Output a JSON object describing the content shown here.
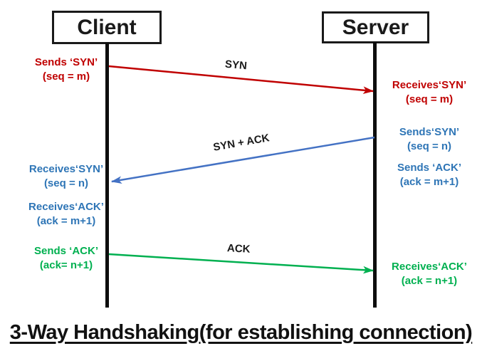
{
  "diagram": {
    "title": "3-Way Handshaking(for establishing connection)",
    "actors": {
      "client": "Client",
      "server": "Server"
    },
    "colors": {
      "syn_red": "#C00000",
      "synack_blue_arrow": "#4472C4",
      "blue_text": "#2E75B6",
      "ack_green": "#00B050",
      "line_black": "#0d0d0d"
    },
    "messages": [
      {
        "label": "SYN",
        "from": "client",
        "to": "server",
        "color": "#C00000"
      },
      {
        "label": "SYN + ACK",
        "from": "server",
        "to": "client",
        "color": "#4472C4"
      },
      {
        "label": "ACK",
        "from": "client",
        "to": "server",
        "color": "#00B050"
      }
    ],
    "annotations": {
      "client": [
        {
          "line1": "Sends ‘SYN’",
          "line2": "(seq = m)",
          "color": "#C00000"
        },
        {
          "line1": "Receives‘SYN’",
          "line2": "(seq = n)",
          "color": "#2E75B6"
        },
        {
          "line1": "Receives‘ACK’",
          "line2": "(ack = m+1)",
          "color": "#2E75B6"
        },
        {
          "line1": "Sends ‘ACK’",
          "line2": "(ack= n+1)",
          "color": "#00B050"
        }
      ],
      "server": [
        {
          "line1": "Receives‘SYN’",
          "line2": "(seq = m)",
          "color": "#C00000"
        },
        {
          "line1": "Sends‘SYN’",
          "line2": "(seq = n)",
          "color": "#2E75B6"
        },
        {
          "line1": "Sends ‘ACK’",
          "line2": "(ack = m+1)",
          "color": "#2E75B6"
        },
        {
          "line1": "Receives‘ACK’",
          "line2": "(ack = n+1)",
          "color": "#00B050"
        }
      ]
    }
  }
}
